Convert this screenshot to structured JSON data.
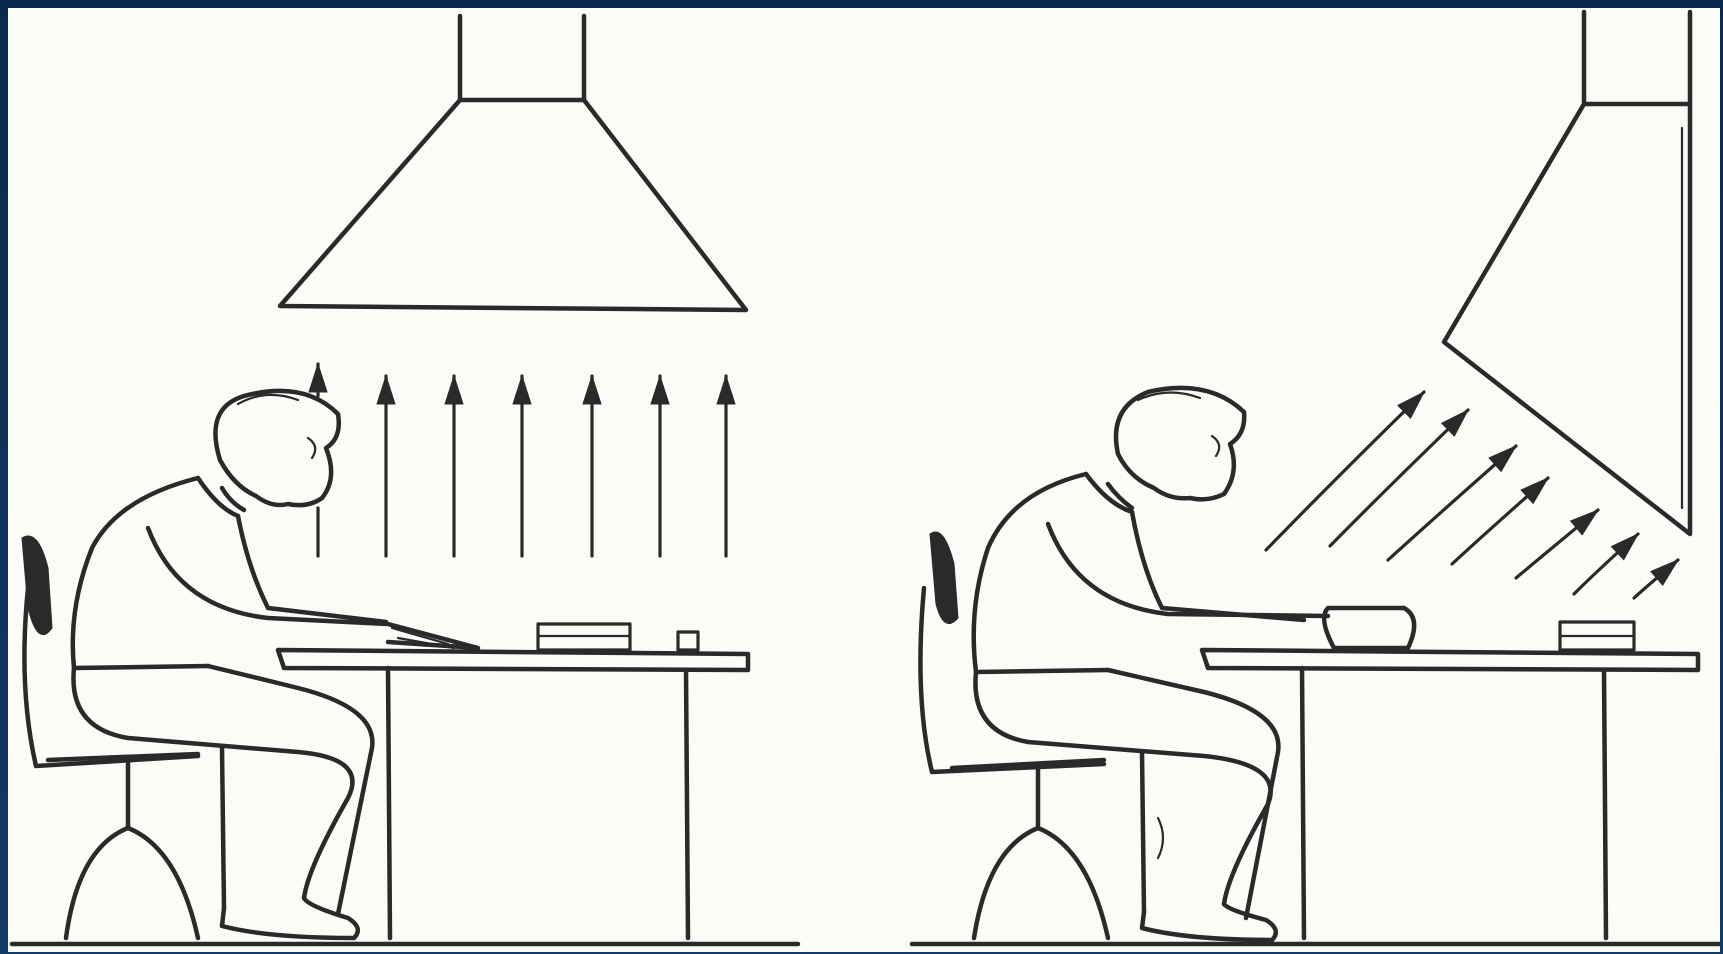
{
  "figure": {
    "panels": [
      {
        "id": "left",
        "hood_type": "canopy hood, centered above the table",
        "airflow_direction": "vertical-up",
        "arrow_count": 7
      },
      {
        "id": "right",
        "hood_type": "angled side hood, offset to the right",
        "airflow_direction": "diagonal-up-right",
        "arrow_count": 7
      }
    ],
    "colors": {
      "ink": "#2a2a2a",
      "paper": "#fbfbf8",
      "border": "#0f2f55"
    },
    "icons": [
      "exhaust-hood-icon",
      "airflow-arrow-icon",
      "seated-worker-icon",
      "chair-icon",
      "table-icon"
    ]
  }
}
